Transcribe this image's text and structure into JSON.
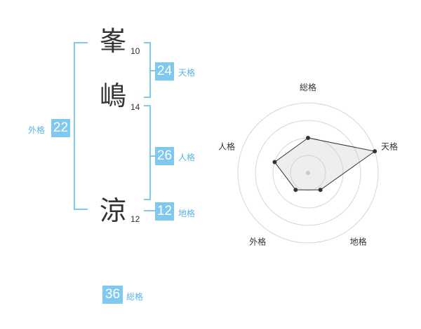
{
  "name": {
    "chars": [
      {
        "char": "峯",
        "strokes": "10"
      },
      {
        "char": "嶋",
        "strokes": "14"
      },
      {
        "char": "涼",
        "strokes": "12"
      }
    ]
  },
  "kaku": {
    "tenkaku": {
      "value": "24",
      "label": "天格"
    },
    "jinkaku": {
      "value": "26",
      "label": "人格"
    },
    "chikaku": {
      "value": "12",
      "label": "地格"
    },
    "gaikaku": {
      "value": "22",
      "label": "外格"
    },
    "soukaku": {
      "value": "36",
      "label": "総格"
    }
  },
  "colors": {
    "accent": "#7fc8f0",
    "label": "#5ab4e6"
  },
  "chart_data": {
    "type": "radar",
    "axes": [
      "総格",
      "天格",
      "地格",
      "外格",
      "人格"
    ],
    "values": [
      2.5,
      5,
      1.5,
      1.5,
      2.5
    ],
    "range": [
      0,
      5
    ],
    "rings": 4
  }
}
